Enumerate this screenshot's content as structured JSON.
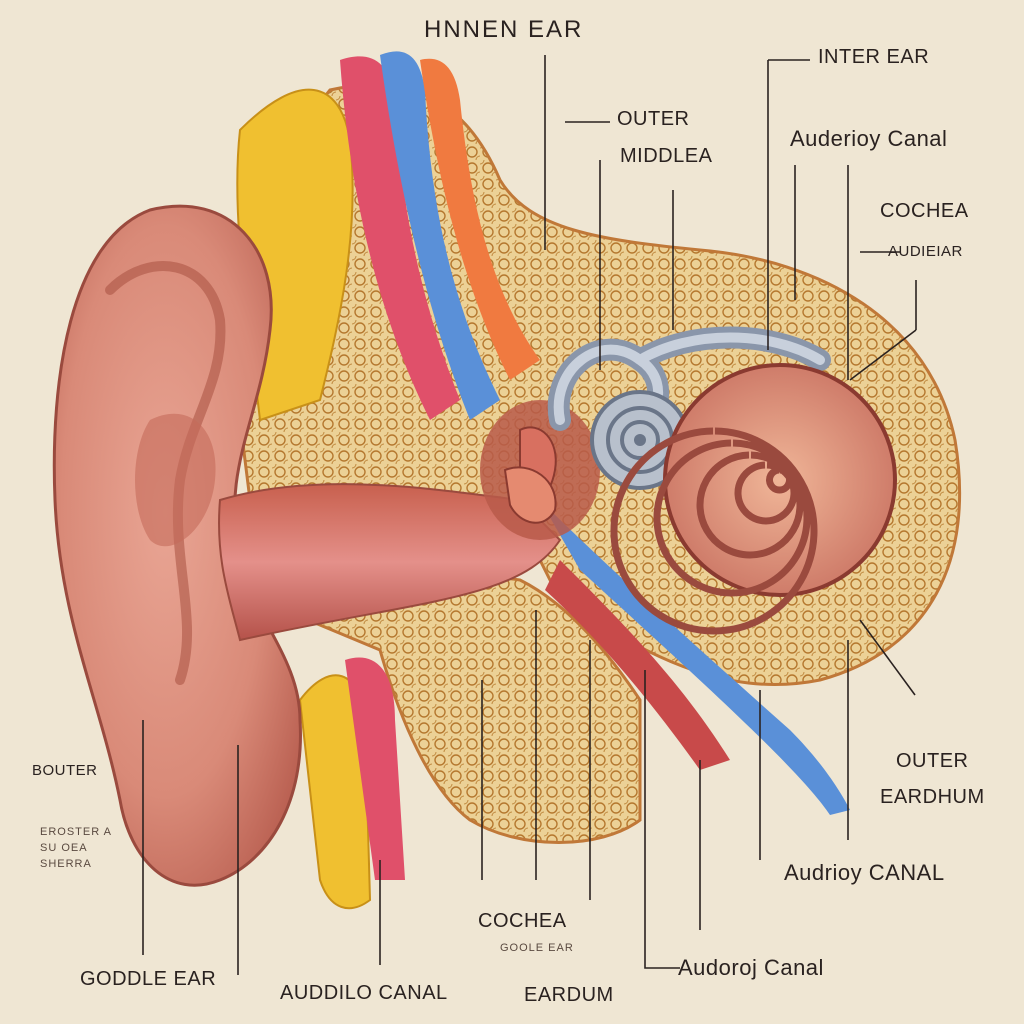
{
  "title": "HNNEN EAR",
  "labels": {
    "inter_ear": "INTER EAR",
    "outer": "OUTER",
    "middlea": "MIDDLEA",
    "audernoy_canal_top": "Auderioy Canal",
    "cochea_right": "COCHEA",
    "audieriar": "AUDIEIAR",
    "outer_right": "OUTER",
    "eardhum": "EARDHUM",
    "audriory_canal": "Audrioy CANAL",
    "boutter_left": "BOUTER",
    "left_small_1": "EROSTER A",
    "left_small_2": "SU OEA",
    "left_small_3": "SHERRA",
    "goddle_ear": "GODDLE EAR",
    "auddilo_canal": "AUDDILO CANAL",
    "cochea_bottom": "COCHEA",
    "cochea_sub": "GOOLE EAR",
    "eardum": "EARDUM",
    "audoroj_canal": "Audoroj Canal"
  },
  "colors": {
    "background": "#efe6d3",
    "skin": "#d98a78",
    "skin_dark": "#b55a4c",
    "bone": "#e8c98a",
    "bone_cell": "#b5782f",
    "yellow_band": "#f0c030",
    "red_band": "#e0506a",
    "blue_band": "#5a90d8",
    "orange_band": "#f07a40",
    "cochlea": "#e8a080",
    "ossicle": "#9aa6b8",
    "leader_line": "#2a2220"
  }
}
